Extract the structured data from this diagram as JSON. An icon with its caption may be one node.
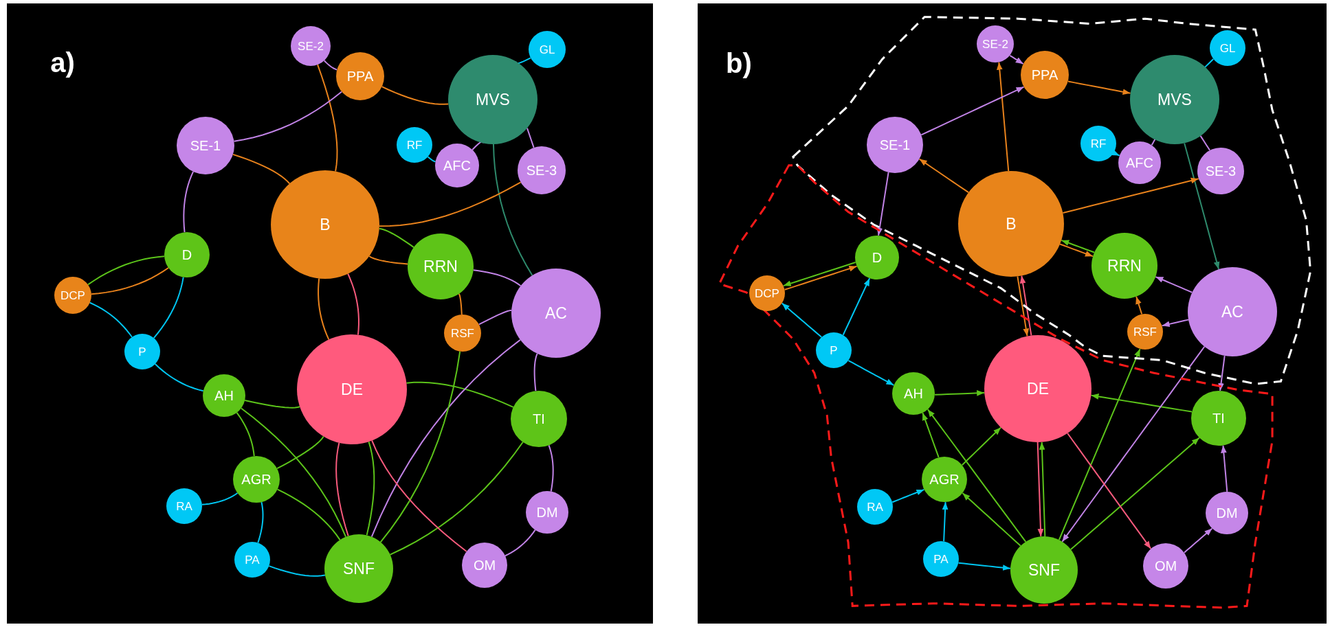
{
  "diagram": {
    "nodes": [
      {
        "text": [
          "SE-2"
        ]
      },
      {
        "text": [
          "GL"
        ]
      },
      {
        "text": [
          "PPA"
        ]
      },
      {
        "text": [
          "MVS"
        ]
      },
      {
        "text": [
          "SE-1"
        ]
      },
      {
        "text": [
          "RF"
        ]
      },
      {
        "text": [
          "AFC"
        ]
      },
      {
        "text": [
          "SE-3"
        ]
      },
      {
        "text": [
          "B"
        ]
      },
      {
        "text": [
          "D"
        ]
      },
      {
        "text": [
          "RRN"
        ]
      },
      {
        "text": [
          "DCP"
        ]
      },
      {
        "text": [
          "AC"
        ]
      },
      {
        "text": [
          "RSF"
        ]
      },
      {
        "text": [
          "P"
        ]
      },
      {
        "text": [
          "DE"
        ]
      },
      {
        "text": [
          "AH"
        ]
      },
      {
        "text": [
          "TI"
        ]
      },
      {
        "text": [
          "AGR"
        ]
      },
      {
        "text": [
          "RA"
        ]
      },
      {
        "text": [
          "DM"
        ]
      },
      {
        "text": [
          "PA"
        ]
      },
      {
        "text": [
          "SNF"
        ]
      },
      {
        "text": [
          "OM"
        ]
      },
      {
        "text": [
          "SE-2"
        ]
      },
      {
        "text": [
          "GL"
        ]
      },
      {
        "text": [
          "PPA"
        ]
      },
      {
        "text": [
          "MVS"
        ]
      },
      {
        "text": [
          "SE-1"
        ]
      },
      {
        "text": [
          "RF"
        ]
      },
      {
        "text": [
          "AFC"
        ]
      },
      {
        "text": [
          "SE-3"
        ]
      },
      {
        "text": [
          "B"
        ]
      },
      {
        "text": [
          "D"
        ]
      },
      {
        "text": [
          "RRN"
        ]
      },
      {
        "text": [
          "DCP"
        ]
      },
      {
        "text": [
          "AC"
        ]
      },
      {
        "text": [
          "RSF"
        ]
      },
      {
        "text": [
          "P"
        ]
      },
      {
        "text": [
          "DE"
        ]
      },
      {
        "text": [
          "AH"
        ]
      },
      {
        "text": [
          "TI"
        ]
      },
      {
        "text": [
          "AGR"
        ]
      },
      {
        "text": [
          "RA"
        ]
      },
      {
        "text": [
          "DM"
        ]
      },
      {
        "text": [
          "PA"
        ]
      },
      {
        "text": [
          "SNF"
        ]
      },
      {
        "text": [
          "OM"
        ]
      }
    ],
    "edges": [
      {
        "from": 0,
        "to": 2,
        "arrow": "none",
        "color": "#c183e6"
      },
      {
        "from": 8,
        "to": 0,
        "arrow": "none",
        "color": "#e8821c"
      },
      {
        "from": 4,
        "to": 2,
        "arrow": "none",
        "color": "#c183e6"
      },
      {
        "from": 2,
        "to": 3,
        "arrow": "none",
        "color": "#e8821c"
      },
      {
        "from": 1,
        "to": 3,
        "arrow": "none",
        "color": "#00c6f2"
      },
      {
        "from": 6,
        "to": 3,
        "arrow": "none",
        "color": "#c183e6"
      },
      {
        "from": 5,
        "to": 6,
        "arrow": "none",
        "color": "#00c6f2"
      },
      {
        "from": 7,
        "to": 3,
        "arrow": "none",
        "color": "#c183e6"
      },
      {
        "from": 3,
        "to": 12,
        "arrow": "none",
        "color": "#2e8a6c"
      },
      {
        "from": 8,
        "to": 4,
        "arrow": "none",
        "color": "#e8821c"
      },
      {
        "from": 8,
        "to": 7,
        "arrow": "none",
        "color": "#e8821c"
      },
      {
        "from": 4,
        "to": 9,
        "arrow": "none",
        "color": "#c183e6"
      },
      {
        "from": 8,
        "to": 10,
        "arrow": "none",
        "color": "#e8821c"
      },
      {
        "from": 10,
        "to": 8,
        "arrow": "none",
        "color": "#5cc41a"
      },
      {
        "from": 11,
        "to": 9,
        "arrow": "none",
        "color": "#e8821c"
      },
      {
        "from": 9,
        "to": 11,
        "arrow": "none",
        "color": "#5cc41a"
      },
      {
        "from": 14,
        "to": 11,
        "arrow": "none",
        "color": "#00c6f2"
      },
      {
        "from": 14,
        "to": 9,
        "arrow": "none",
        "color": "#00c6f2"
      },
      {
        "from": 14,
        "to": 16,
        "arrow": "none",
        "color": "#00c6f2"
      },
      {
        "from": 15,
        "to": 8,
        "arrow": "none",
        "color": "#f75a7c"
      },
      {
        "from": 8,
        "to": 15,
        "arrow": "none",
        "color": "#e8821c"
      },
      {
        "from": 12,
        "to": 10,
        "arrow": "none",
        "color": "#c183e6"
      },
      {
        "from": 13,
        "to": 10,
        "arrow": "none",
        "color": "#e8821c"
      },
      {
        "from": 12,
        "to": 13,
        "arrow": "none",
        "color": "#c183e6"
      },
      {
        "from": 16,
        "to": 15,
        "arrow": "none",
        "color": "#5cc41a"
      },
      {
        "from": 17,
        "to": 15,
        "arrow": "none",
        "color": "#5cc41a"
      },
      {
        "from": 12,
        "to": 17,
        "arrow": "none",
        "color": "#c183e6"
      },
      {
        "from": 12,
        "to": 22,
        "arrow": "none",
        "color": "#c183e6"
      },
      {
        "from": 18,
        "to": 16,
        "arrow": "none",
        "color": "#5cc41a"
      },
      {
        "from": 22,
        "to": 16,
        "arrow": "none",
        "color": "#5cc41a"
      },
      {
        "from": 18,
        "to": 15,
        "arrow": "none",
        "color": "#5cc41a"
      },
      {
        "from": 19,
        "to": 18,
        "arrow": "none",
        "color": "#00c6f2"
      },
      {
        "from": 21,
        "to": 18,
        "arrow": "none",
        "color": "#00c6f2"
      },
      {
        "from": 22,
        "to": 18,
        "arrow": "none",
        "color": "#5cc41a"
      },
      {
        "from": 21,
        "to": 22,
        "arrow": "none",
        "color": "#00c6f2"
      },
      {
        "from": 22,
        "to": 15,
        "arrow": "none",
        "color": "#5cc41a"
      },
      {
        "from": 15,
        "to": 22,
        "arrow": "none",
        "color": "#f75a7c"
      },
      {
        "from": 22,
        "to": 13,
        "arrow": "none",
        "color": "#5cc41a"
      },
      {
        "from": 22,
        "to": 17,
        "arrow": "none",
        "color": "#5cc41a"
      },
      {
        "from": 15,
        "to": 23,
        "arrow": "none",
        "color": "#f75a7c"
      },
      {
        "from": 23,
        "to": 20,
        "arrow": "none",
        "color": "#c183e6"
      },
      {
        "from": 20,
        "to": 17,
        "arrow": "none",
        "color": "#c183e6"
      },
      {
        "from": 24,
        "to": 26,
        "arrow": "to",
        "color": "#c183e6"
      },
      {
        "from": 32,
        "to": 24,
        "arrow": "to",
        "color": "#e8821c"
      },
      {
        "from": 28,
        "to": 26,
        "arrow": "to",
        "color": "#c183e6"
      },
      {
        "from": 26,
        "to": 27,
        "arrow": "to",
        "color": "#e8821c"
      },
      {
        "from": 25,
        "to": 27,
        "arrow": "to",
        "color": "#00c6f2"
      },
      {
        "from": 30,
        "to": 27,
        "arrow": "to",
        "color": "#c183e6"
      },
      {
        "from": 29,
        "to": 30,
        "arrow": "to",
        "color": "#00c6f2"
      },
      {
        "from": 31,
        "to": 27,
        "arrow": "to",
        "color": "#c183e6"
      },
      {
        "from": 27,
        "to": 36,
        "arrow": "to",
        "color": "#2e8a6c"
      },
      {
        "from": 32,
        "to": 28,
        "arrow": "to",
        "color": "#e8821c"
      },
      {
        "from": 32,
        "to": 31,
        "arrow": "to",
        "color": "#e8821c"
      },
      {
        "from": 28,
        "to": 33,
        "arrow": "to",
        "color": "#c183e6"
      },
      {
        "from": 32,
        "to": 34,
        "arrow": "to",
        "color": "#e8821c"
      },
      {
        "from": 34,
        "to": 32,
        "arrow": "to",
        "color": "#5cc41a"
      },
      {
        "from": 35,
        "to": 33,
        "arrow": "to",
        "color": "#e8821c"
      },
      {
        "from": 33,
        "to": 35,
        "arrow": "to",
        "color": "#5cc41a"
      },
      {
        "from": 38,
        "to": 35,
        "arrow": "to",
        "color": "#00c6f2"
      },
      {
        "from": 38,
        "to": 33,
        "arrow": "to",
        "color": "#00c6f2"
      },
      {
        "from": 38,
        "to": 40,
        "arrow": "to",
        "color": "#00c6f2"
      },
      {
        "from": 39,
        "to": 32,
        "arrow": "to",
        "color": "#f75a7c"
      },
      {
        "from": 32,
        "to": 39,
        "arrow": "to",
        "color": "#e8821c"
      },
      {
        "from": 36,
        "to": 34,
        "arrow": "to",
        "color": "#c183e6"
      },
      {
        "from": 37,
        "to": 34,
        "arrow": "to",
        "color": "#e8821c"
      },
      {
        "from": 36,
        "to": 37,
        "arrow": "to",
        "color": "#c183e6"
      },
      {
        "from": 40,
        "to": 39,
        "arrow": "to",
        "color": "#5cc41a"
      },
      {
        "from": 41,
        "to": 39,
        "arrow": "to",
        "color": "#5cc41a"
      },
      {
        "from": 36,
        "to": 41,
        "arrow": "to",
        "color": "#c183e6"
      },
      {
        "from": 36,
        "to": 46,
        "arrow": "to",
        "color": "#c183e6"
      },
      {
        "from": 42,
        "to": 40,
        "arrow": "to",
        "color": "#5cc41a"
      },
      {
        "from": 46,
        "to": 40,
        "arrow": "to",
        "color": "#5cc41a"
      },
      {
        "from": 42,
        "to": 39,
        "arrow": "to",
        "color": "#5cc41a"
      },
      {
        "from": 43,
        "to": 42,
        "arrow": "to",
        "color": "#00c6f2"
      },
      {
        "from": 45,
        "to": 42,
        "arrow": "to",
        "color": "#00c6f2"
      },
      {
        "from": 46,
        "to": 42,
        "arrow": "to",
        "color": "#5cc41a"
      },
      {
        "from": 45,
        "to": 46,
        "arrow": "to",
        "color": "#00c6f2"
      },
      {
        "from": 46,
        "to": 39,
        "arrow": "to",
        "color": "#5cc41a"
      },
      {
        "from": 39,
        "to": 46,
        "arrow": "to",
        "color": "#f75a7c"
      },
      {
        "from": 46,
        "to": 37,
        "arrow": "to",
        "color": "#5cc41a"
      },
      {
        "from": 46,
        "to": 41,
        "arrow": "to",
        "color": "#5cc41a"
      },
      {
        "from": 39,
        "to": 47,
        "arrow": "to",
        "color": "#f75a7c"
      },
      {
        "from": 47,
        "to": 44,
        "arrow": "to",
        "color": "#c183e6"
      },
      {
        "from": 44,
        "to": 41,
        "arrow": "to",
        "color": "#c183e6"
      }
    ],
    "labels": [
      "a)",
      "b)"
    ]
  }
}
